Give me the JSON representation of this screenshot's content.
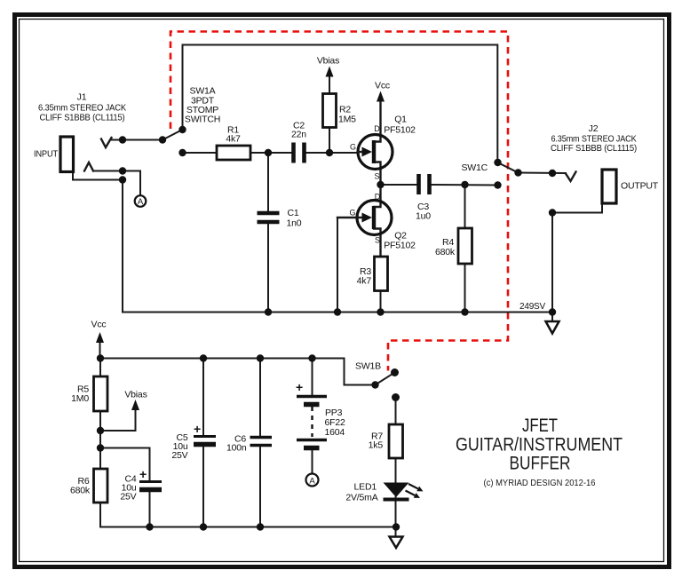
{
  "colors": {
    "wire": "#1a1a1a",
    "gang_link": "#e8100c",
    "background": "#ffffff"
  },
  "title": {
    "line1": "JFET",
    "line2": "GUITAR/INSTRUMENT",
    "line3": "BUFFER",
    "copyright": "(c) MYRIAD DESIGN 2012-16"
  },
  "revision": "249SV",
  "power": {
    "vcc": "Vcc",
    "vbias": "Vbias",
    "plus": "+",
    "node_a": "A"
  },
  "jacks": {
    "j1": {
      "ref": "J1",
      "type": "6.35mm STEREO JACK",
      "part": "CLIFF S1BBB (CL1115)",
      "label": "INPUT"
    },
    "j2": {
      "ref": "J2",
      "type": "6.35mm STEREO JACK",
      "part": "CLIFF S1BBB (CL1115)",
      "label": "OUTPUT"
    }
  },
  "switches": {
    "sw1a": {
      "ref": "SW1A",
      "l2": "3PDT",
      "l3": "STOMP",
      "l4": "SWITCH"
    },
    "sw1b": {
      "ref": "SW1B"
    },
    "sw1c": {
      "ref": "SW1C"
    }
  },
  "transistors": {
    "q1": {
      "ref": "Q1",
      "part": "PF5102"
    },
    "q2": {
      "ref": "Q2",
      "part": "PF5102"
    },
    "pins": {
      "d": "D",
      "g": "G",
      "s": "S"
    }
  },
  "resistors": {
    "r1": {
      "ref": "R1",
      "value": "4k7"
    },
    "r2": {
      "ref": "R2",
      "value": "1M5"
    },
    "r3": {
      "ref": "R3",
      "value": "4k7"
    },
    "r4": {
      "ref": "R4",
      "value": "680k"
    },
    "r5": {
      "ref": "R5",
      "value": "1M0"
    },
    "r6": {
      "ref": "R6",
      "value": "680k"
    },
    "r7": {
      "ref": "R7",
      "value": "1k5"
    }
  },
  "capacitors": {
    "c1": {
      "ref": "C1",
      "value": "1n0"
    },
    "c2": {
      "ref": "C2",
      "value": "22n"
    },
    "c3": {
      "ref": "C3",
      "value": "1u0"
    },
    "c4": {
      "ref": "C4",
      "value": "10u",
      "voltage": "25V"
    },
    "c5": {
      "ref": "C5",
      "value": "10u",
      "voltage": "25V"
    },
    "c6": {
      "ref": "C6",
      "value": "100n"
    }
  },
  "battery": {
    "ref": "PP3",
    "type": "6F22",
    "code": "1604"
  },
  "led": {
    "ref": "LED1",
    "rating": "2V/5mA"
  }
}
